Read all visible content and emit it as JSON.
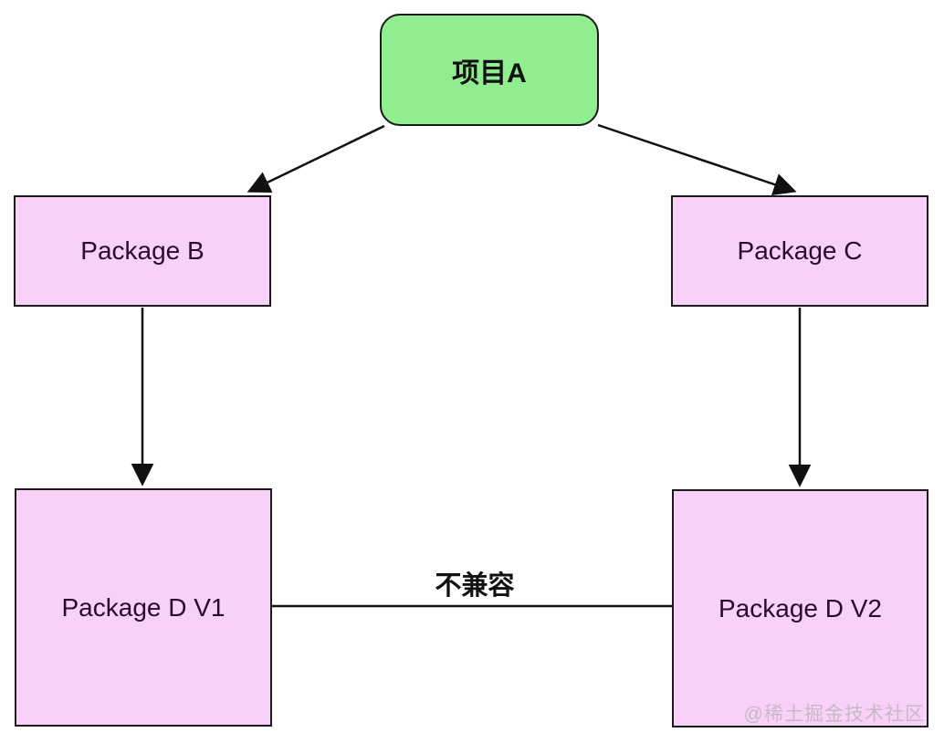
{
  "diagram": {
    "title_node": {
      "label": "项目A"
    },
    "nodes": {
      "package_b": {
        "label": "Package B"
      },
      "package_c": {
        "label": "Package C"
      },
      "package_d_v1": {
        "label": "Package D V1"
      },
      "package_d_v2": {
        "label": "Package D V2"
      }
    },
    "edges": {
      "incompatible_label": "不兼容"
    },
    "colors": {
      "green_fill": "#90ee90",
      "pink_fill": "#f8d1f8",
      "border": "#1a1a1a",
      "line": "#111111",
      "background": "#ffffff"
    },
    "watermark": "@稀土掘金技术社区"
  }
}
